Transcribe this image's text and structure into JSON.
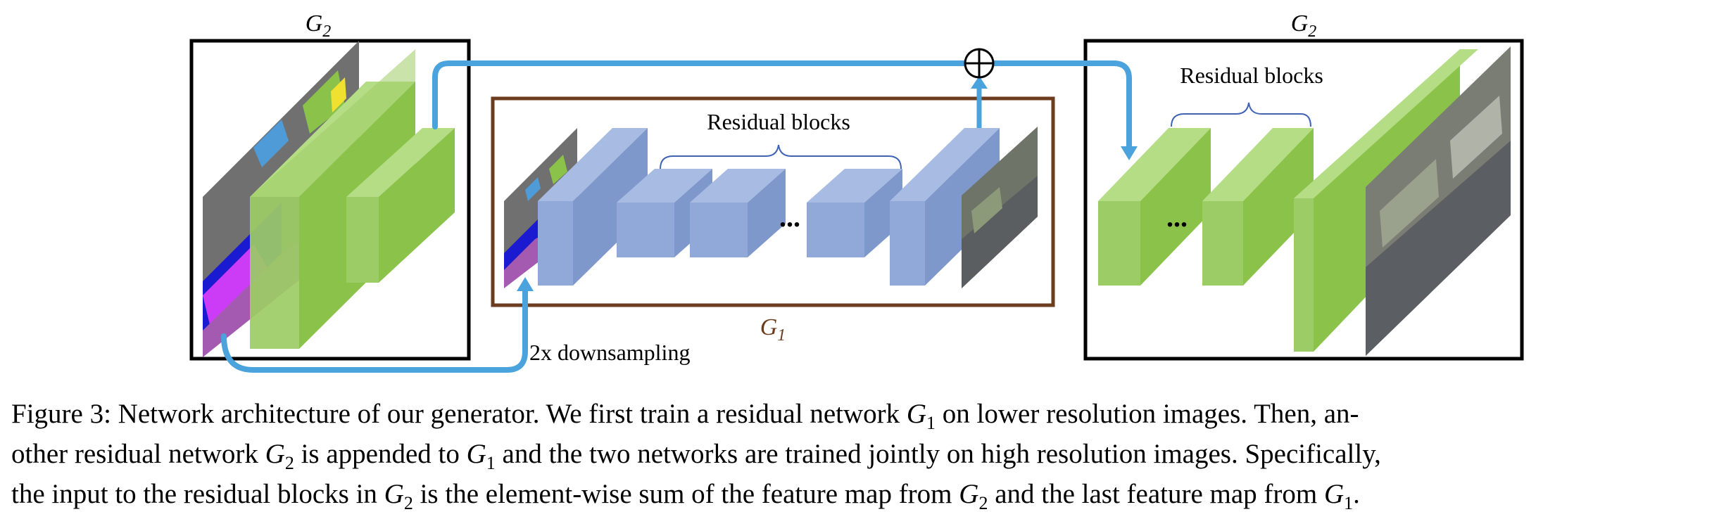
{
  "diagram": {
    "left_block_label": "G",
    "left_block_sub": "2",
    "right_block_label": "G",
    "right_block_sub": "2",
    "center_block_label": "G",
    "center_block_sub": "1",
    "residual_blocks_center": "Residual blocks",
    "residual_blocks_right": "Residual blocks",
    "ellipsis_center": "...",
    "ellipsis_right": "...",
    "downsampling_label": "2x downsampling",
    "sum_symbol": "⊕"
  },
  "colors": {
    "green_front": "#9ccc65",
    "green_side": "#8bc34a",
    "green_top": "#b5dd86",
    "blue_front": "#90a9d9",
    "blue_side": "#7f98cb",
    "blue_top": "#a8bce3",
    "arrow": "#4aa3dc",
    "g1_frame": "#6b3d1e",
    "g1_text": "#6b3d1e"
  },
  "caption": {
    "line1_a": "Figure 3: Network architecture of our generator. We first train a residual network ",
    "line1_math": "G",
    "line1_sub": "1",
    "line1_b": " on lower resolution images. Then, an-",
    "line2_a": "other residual network ",
    "line2_math1": "G",
    "line2_sub1": "2",
    "line2_b": " is appended to ",
    "line2_math2": "G",
    "line2_sub2": "1",
    "line2_c": " and the two networks are trained jointly on high resolution images. Specifically,",
    "line3_a": "the input to the residual blocks in ",
    "line3_math1": "G",
    "line3_sub1": "2",
    "line3_b": " is the element-wise sum of the feature map from ",
    "line3_math2": "G",
    "line3_sub2": "2",
    "line3_c": " and the last feature map from ",
    "line3_math3": "G",
    "line3_sub3": "1",
    "line3_d": "."
  }
}
